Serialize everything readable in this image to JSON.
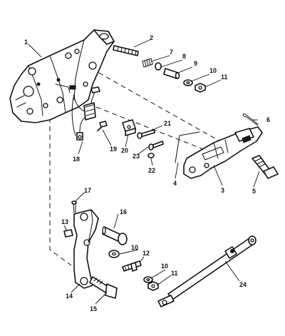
{
  "diagram": {
    "callouts": [
      "1",
      "2",
      "3",
      "4",
      "5",
      "6",
      "7",
      "8",
      "9",
      "10",
      "11",
      "12",
      "13",
      "14",
      "15",
      "16",
      "17",
      "18",
      "19",
      "20",
      "21",
      "22",
      "23",
      "24"
    ]
  }
}
